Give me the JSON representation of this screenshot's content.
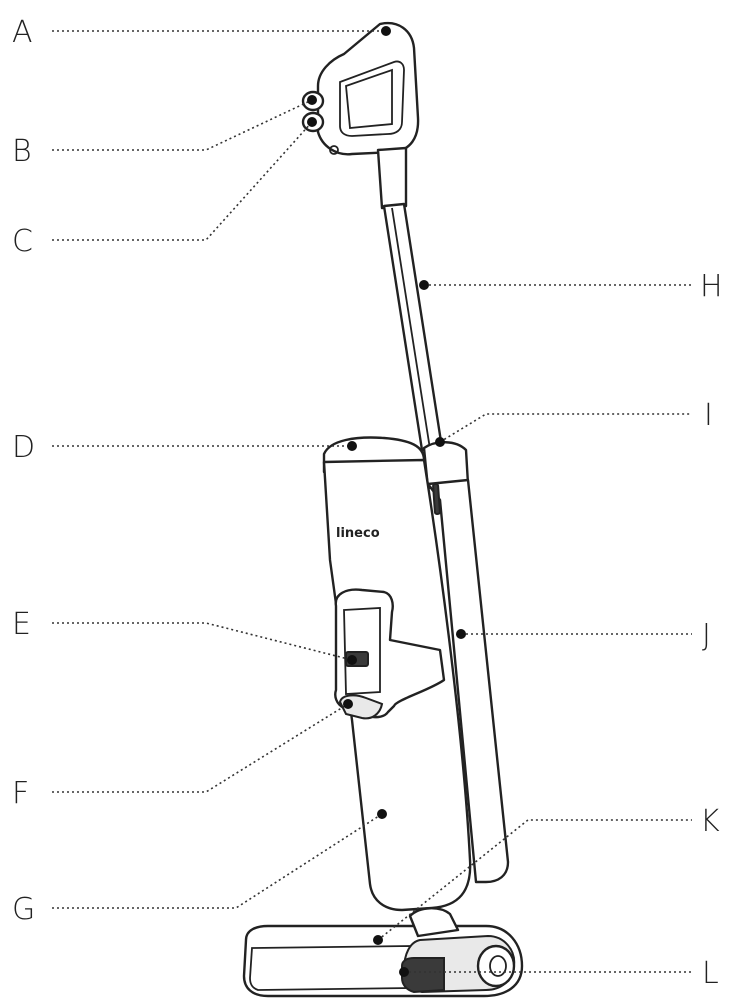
{
  "diagram": {
    "brand_text": "lineco",
    "callouts": [
      {
        "id": "a",
        "label": "A"
      },
      {
        "id": "b",
        "label": "B"
      },
      {
        "id": "c",
        "label": "C"
      },
      {
        "id": "d",
        "label": "D"
      },
      {
        "id": "e",
        "label": "E"
      },
      {
        "id": "f",
        "label": "F"
      },
      {
        "id": "g",
        "label": "G"
      },
      {
        "id": "h",
        "label": "H"
      },
      {
        "id": "i",
        "label": "I"
      },
      {
        "id": "j",
        "label": "J"
      },
      {
        "id": "k",
        "label": "K"
      },
      {
        "id": "l",
        "label": "L"
      }
    ]
  }
}
